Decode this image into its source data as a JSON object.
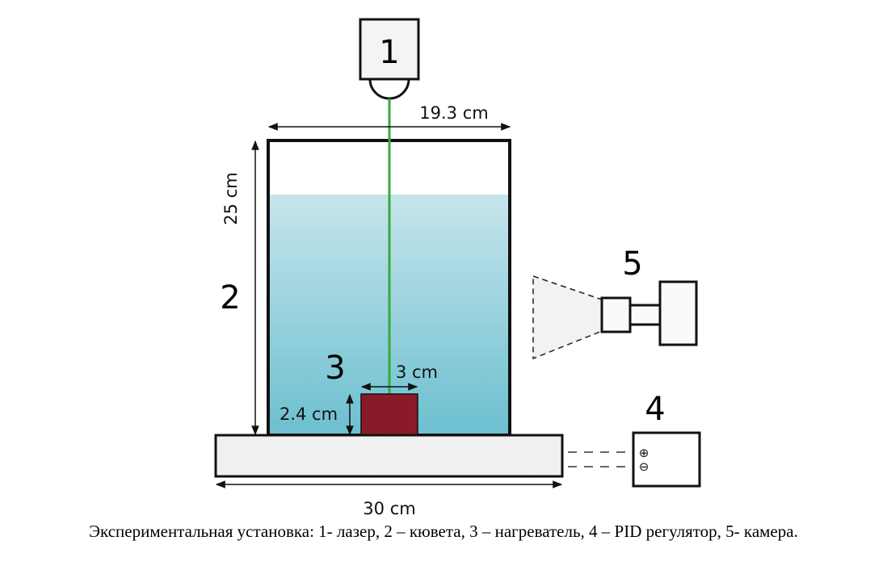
{
  "components": {
    "laser": {
      "number": "1"
    },
    "cuvette": {
      "number": "2"
    },
    "heater": {
      "number": "3"
    },
    "pid_controller": {
      "number": "4",
      "plus_symbol": "⊕",
      "minus_symbol": "⊖"
    },
    "camera": {
      "number": "5"
    }
  },
  "dimensions": {
    "cuvette_width": "19.3 cm",
    "cuvette_height": "25 cm",
    "heater_width": "3 cm",
    "heater_height": "2.4 cm",
    "base_width": "30 cm"
  },
  "caption": "Экспериментальная установка: 1- лазер, 2 – кювета, 3 – нагреватель, 4 – PID регулятор, 5- камера.",
  "colors": {
    "laser_beam": "#3aa83a",
    "water_top": "#c6e5ec",
    "water_bottom": "#6cbfcf",
    "heater": "#8b1a28",
    "base": "#f1f1f1",
    "outline": "#111111"
  }
}
